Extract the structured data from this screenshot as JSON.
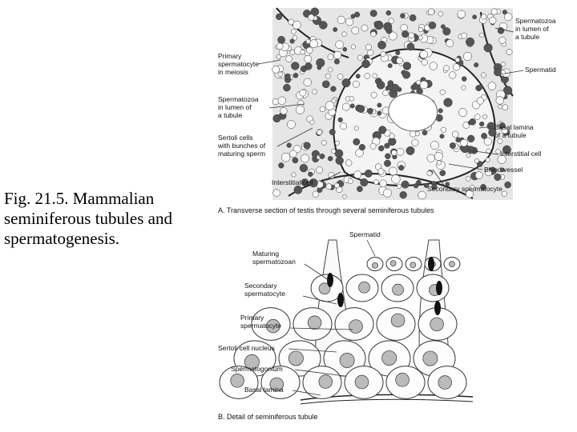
{
  "caption": "Fig. 21.5. Mammalian seminiferous tubules and spermatogenesis.",
  "figure_a": {
    "caption": "A. Transverse section of testis through several seminiferous tubules",
    "labels": {
      "spermatozoa_lumen_right": "Spermatozoa\nin lumen of\na tubule",
      "primary_spermatocyte": "Primary\nspermatocyte\nin meiosis",
      "spermatid": "Spermatid",
      "spermatozoa_lumen_left": "Spermatozoa\nin lumen of\na tubule",
      "basal_lamina": "Basal lamina\nof a tubule",
      "sertoli": "Sertoli cells\nwith bunches of\nmaturing sperm",
      "interstitial_right": "Interstitial cell",
      "blood_vessel": "Blood vessel",
      "interstitial_bottom": "Interstitial cell",
      "secondary_spermatocyte": "Secondary spermatocyte"
    }
  },
  "figure_b": {
    "caption": "B. Detail of seminiferous tubule",
    "labels": {
      "spermatid": "Spermatid",
      "maturing": "Maturing\nspermatozoan",
      "secondary": "Secondary\nspermatocyte",
      "primary": "Primary\nspermatocyte",
      "sertoli_nucleus": "Sertoli cell nucleus",
      "spermatogonium": "Spermatogonium",
      "basal_lamina": "Basal lamina"
    }
  }
}
